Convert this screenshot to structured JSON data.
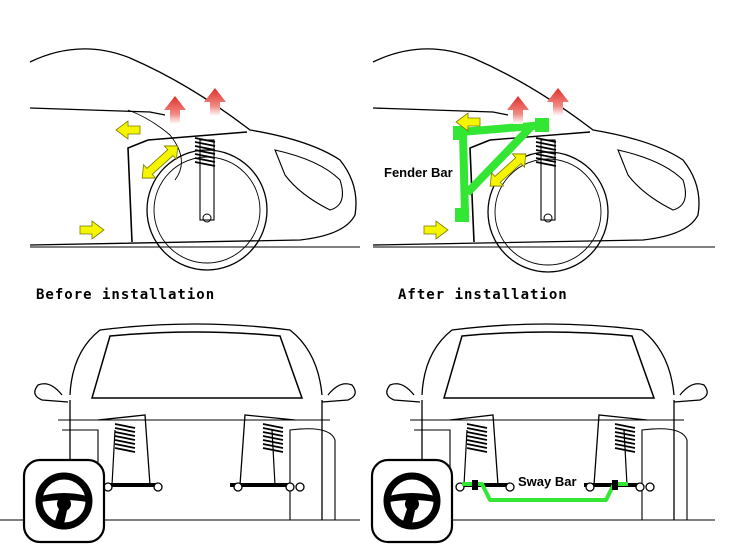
{
  "captions": {
    "before": "Before installation",
    "after": "After installation"
  },
  "labels": {
    "fender_bar": "Fender Bar",
    "sway_bar": "Sway Bar"
  },
  "colors": {
    "accent_bar": "#33e633",
    "arrow_yellow": "#f5f500",
    "arrow_red": "#e0302a",
    "line": "#000000"
  },
  "icons": [
    "steering-wheel-icon",
    "steering-wheel-icon"
  ]
}
